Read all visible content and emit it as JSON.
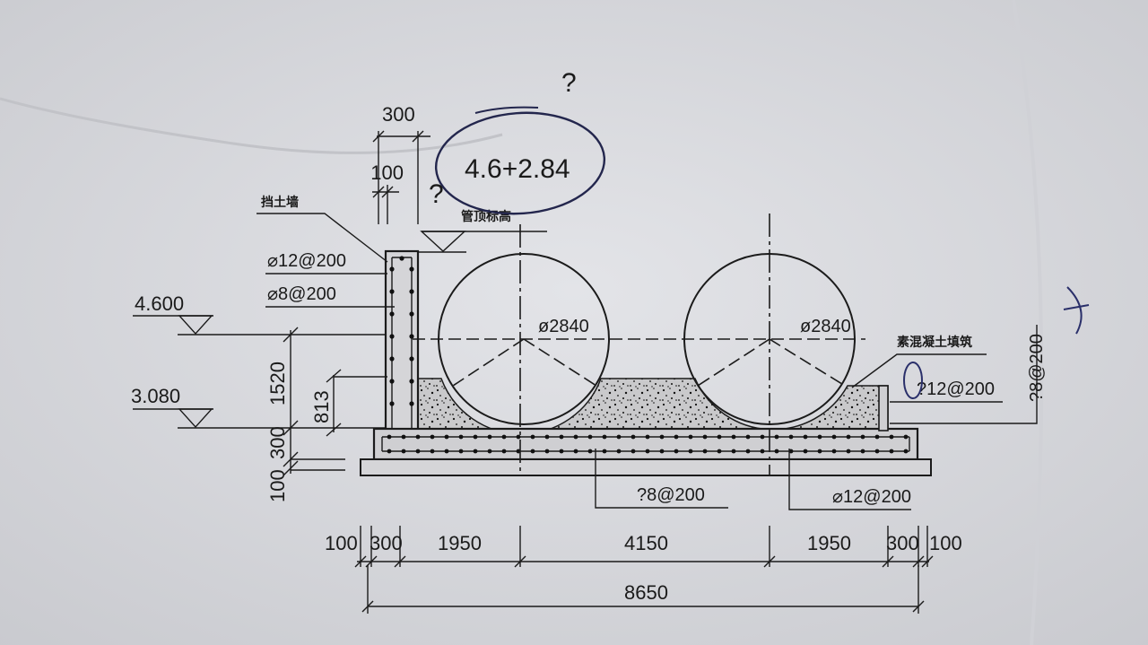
{
  "colors": {
    "paper": "#dcdde2",
    "ink": "#1b1b1b",
    "concrete": "#c4c4c6",
    "pen": "#2a2f6a"
  },
  "labels": {
    "retaining_wall": "挡土墙",
    "pipe_top_elevation": "管顶标高",
    "concrete_fill": "素混凝土填筑",
    "wall_rebar_1": "⌀12@200",
    "wall_rebar_2": "⌀8@200",
    "pipe_left_dia": "ø2840",
    "pipe_right_dia": "ø2840",
    "right_rebar": "?12@200",
    "right_vertical_rebar": "?8@200",
    "bottom_rebar_left": "?8@200",
    "bottom_rebar_right": "⌀12@200"
  },
  "elevations": {
    "upper": "4.600",
    "lower": "3.080"
  },
  "dims_top": {
    "d300": "300",
    "d100": "100"
  },
  "dims_left": {
    "d1520": "1520",
    "d813": "813",
    "d300": "300",
    "d100": "100"
  },
  "dims_bottom": [
    "100",
    "300",
    "1950",
    "4150",
    "1950",
    "300",
    "100"
  ],
  "dims_total": "8650",
  "handwriting": {
    "note": "4.6+2.84",
    "question_marks": [
      "?",
      "?"
    ]
  }
}
